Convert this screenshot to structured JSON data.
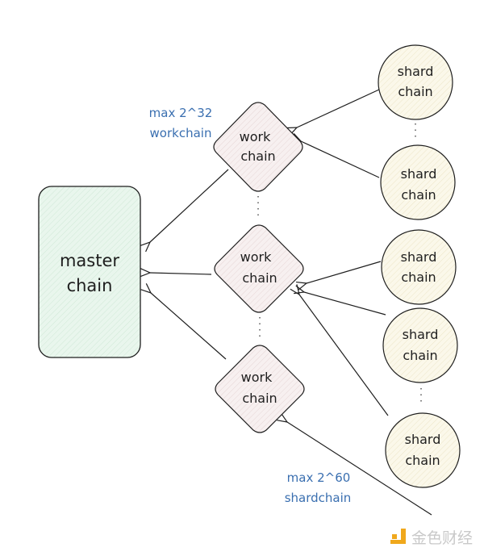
{
  "diagram": {
    "master": {
      "line1": "master",
      "line2": "chain"
    },
    "workchains": [
      {
        "line1": "work",
        "line2": "chain"
      },
      {
        "line1": "work",
        "line2": "chain"
      },
      {
        "line1": "work",
        "line2": "chain"
      }
    ],
    "shardchains": [
      {
        "line1": "shard",
        "line2": "chain"
      },
      {
        "line1": "shard",
        "line2": "chain"
      },
      {
        "line1": "shard",
        "line2": "chain"
      },
      {
        "line1": "shard",
        "line2": "chain"
      },
      {
        "line1": "shard",
        "line2": "chain"
      }
    ],
    "annotations": {
      "workchain_limit_line1": "max 2^32",
      "workchain_limit_line2": "workchain",
      "shardchain_limit_line1": "max 2^60",
      "shardchain_limit_line2": "shardchain"
    },
    "colors": {
      "master_fill": "#e8f6ec",
      "workchain_fill": "#f6eeee",
      "shardchain_fill": "#fbf8e8",
      "annotation": "#3a6fb0",
      "watermark_logo": "#f0a81c"
    }
  },
  "watermark": {
    "text": "金色财经"
  }
}
